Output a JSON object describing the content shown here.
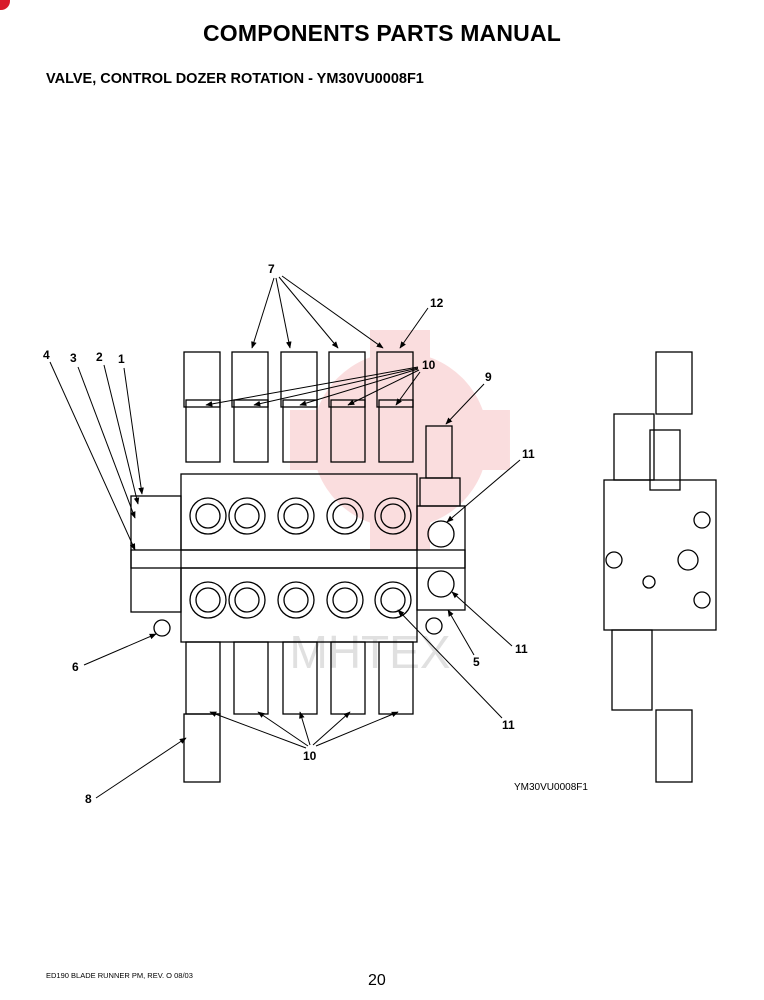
{
  "header": {
    "title": "COMPONENTS PARTS MANUAL",
    "subtitle": "VALVE, CONTROL DOZER ROTATION - YM30VU0008F1"
  },
  "diagram": {
    "callouts": {
      "c1": "1",
      "c2": "2",
      "c3": "3",
      "c4": "4",
      "c5": "5",
      "c6": "6",
      "c7": "7",
      "c8": "8",
      "c9": "9",
      "c10a": "10",
      "c10b": "10",
      "c11a": "11",
      "c11b": "11",
      "c11c": "11",
      "c12": "12"
    },
    "figure_id": "YM30VU0008F1",
    "watermark": "MHTEX",
    "colors": {
      "line": "#000000",
      "watermark": "#e84a50"
    }
  },
  "footer": {
    "document": "ED190 BLADE RUNNER PM, REV. O  08/03",
    "page_number": "20"
  }
}
